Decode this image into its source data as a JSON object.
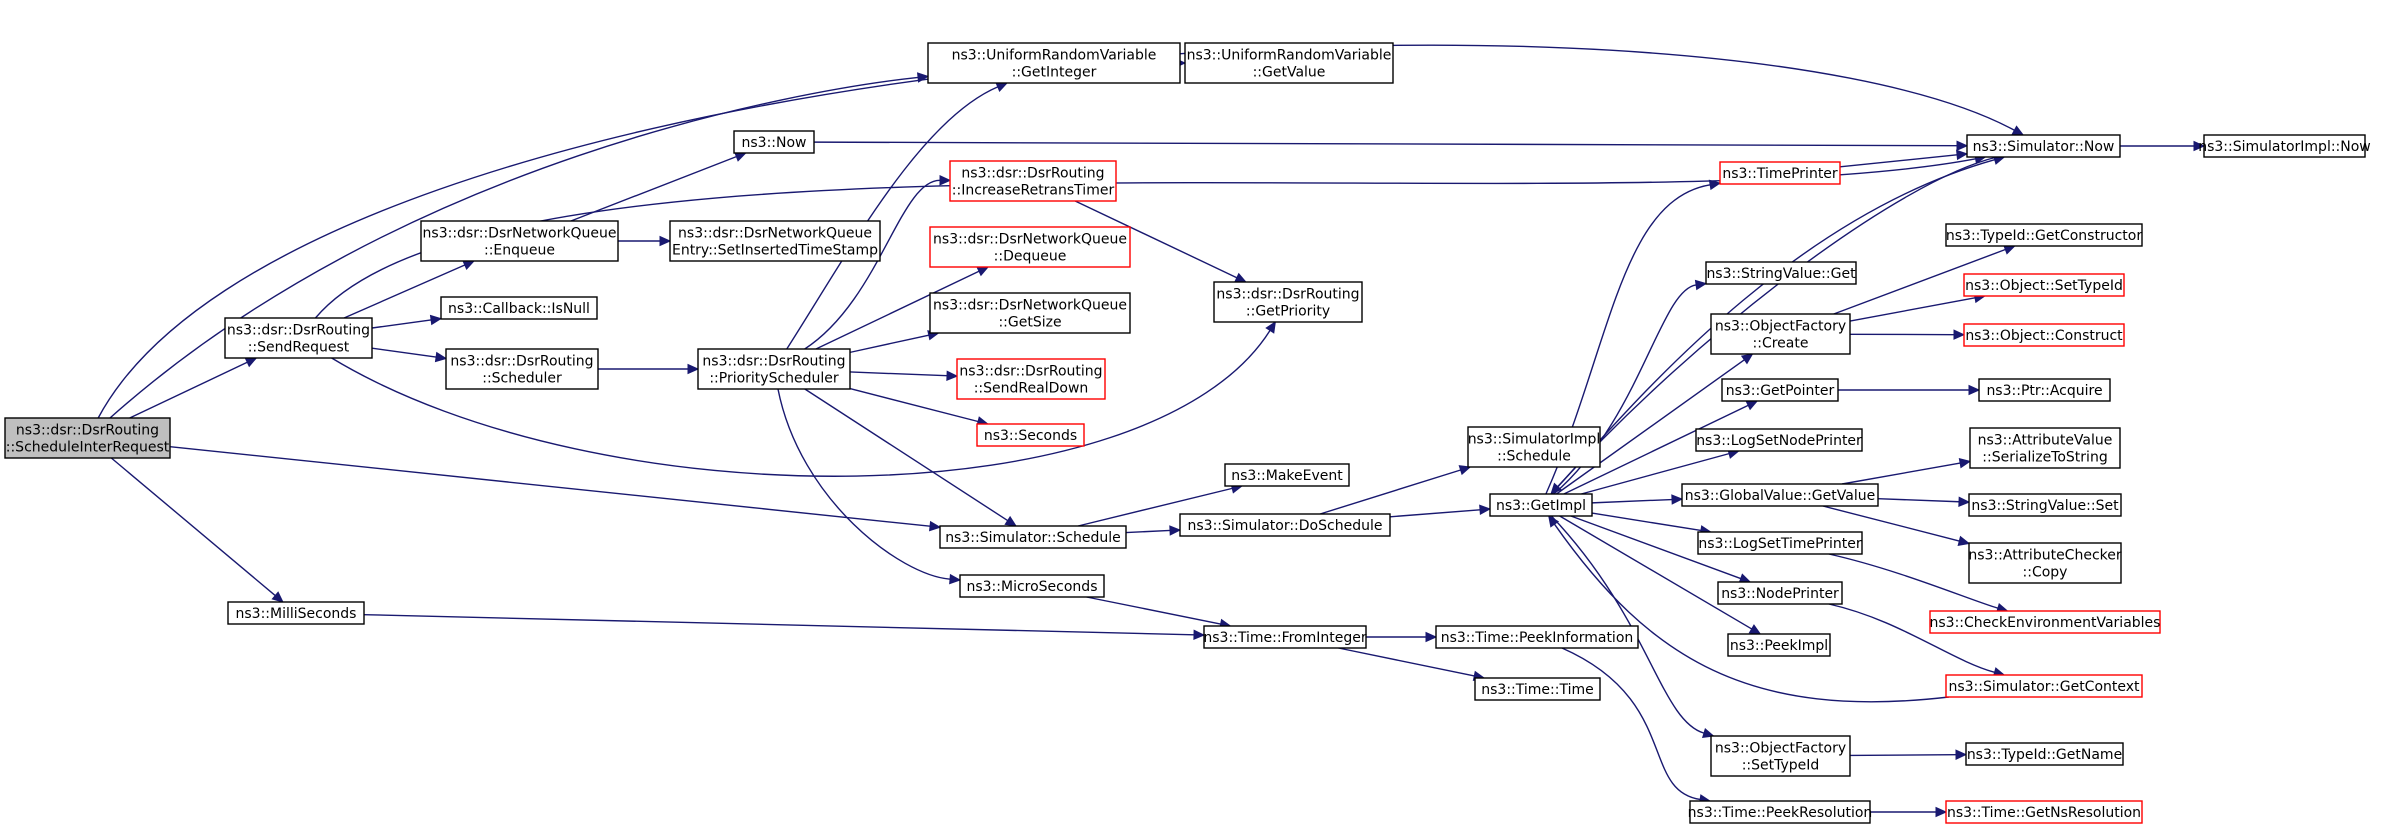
{
  "colors": {
    "edge": "#191970",
    "node_border": "#000000",
    "node_border_truncated": "#ff0000",
    "root_fill": "#bfbfbf",
    "node_fill": "#ffffff"
  },
  "nodes": [
    {
      "id": "root",
      "lines": [
        "ns3::dsr::DsrRouting",
        "::ScheduleInterRequest"
      ],
      "style": "root"
    },
    {
      "id": "sendRequest",
      "lines": [
        "ns3::dsr::DsrRouting",
        "::SendRequest"
      ],
      "style": "normal"
    },
    {
      "id": "milliSeconds",
      "lines": [
        "ns3::MilliSeconds"
      ],
      "style": "normal"
    },
    {
      "id": "enqueue",
      "lines": [
        "ns3::dsr::DsrNetworkQueue",
        "::Enqueue"
      ],
      "style": "normal"
    },
    {
      "id": "isNull",
      "lines": [
        "ns3::Callback::IsNull"
      ],
      "style": "normal"
    },
    {
      "id": "scheduler",
      "lines": [
        "ns3::dsr::DsrRouting",
        "::Scheduler"
      ],
      "style": "normal"
    },
    {
      "id": "nsNow",
      "lines": [
        "ns3::Now"
      ],
      "style": "normal"
    },
    {
      "id": "setInserted",
      "lines": [
        "ns3::dsr::DsrNetworkQueue",
        "Entry::SetInsertedTimeStamp"
      ],
      "style": "normal"
    },
    {
      "id": "prioSched",
      "lines": [
        "ns3::dsr::DsrRouting",
        "::PriorityScheduler"
      ],
      "style": "normal"
    },
    {
      "id": "getInteger",
      "lines": [
        "ns3::UniformRandomVariable",
        "::GetInteger"
      ],
      "style": "normal"
    },
    {
      "id": "getValueURV",
      "lines": [
        "ns3::UniformRandomVariable",
        "::GetValue"
      ],
      "style": "normal"
    },
    {
      "id": "incRetrans",
      "lines": [
        "ns3::dsr::DsrRouting",
        "::IncreaseRetransTimer"
      ],
      "style": "truncated"
    },
    {
      "id": "dequeue",
      "lines": [
        "ns3::dsr::DsrNetworkQueue",
        "::Dequeue"
      ],
      "style": "truncated"
    },
    {
      "id": "getSize",
      "lines": [
        "ns3::dsr::DsrNetworkQueue",
        "::GetSize"
      ],
      "style": "normal"
    },
    {
      "id": "sendRealDown",
      "lines": [
        "ns3::dsr::DsrRouting",
        "::SendRealDown"
      ],
      "style": "truncated"
    },
    {
      "id": "seconds",
      "lines": [
        "ns3::Seconds"
      ],
      "style": "truncated"
    },
    {
      "id": "getPriority",
      "lines": [
        "ns3::dsr::DsrRouting",
        "::GetPriority"
      ],
      "style": "normal"
    },
    {
      "id": "simSchedule",
      "lines": [
        "ns3::Simulator::Schedule"
      ],
      "style": "normal"
    },
    {
      "id": "microSeconds",
      "lines": [
        "ns3::MicroSeconds"
      ],
      "style": "normal"
    },
    {
      "id": "makeEvent",
      "lines": [
        "ns3::MakeEvent"
      ],
      "style": "normal"
    },
    {
      "id": "doSchedule",
      "lines": [
        "ns3::Simulator::DoSchedule"
      ],
      "style": "normal"
    },
    {
      "id": "simImplSchedule",
      "lines": [
        "ns3::SimulatorImpl",
        "::Schedule"
      ],
      "style": "normal"
    },
    {
      "id": "fromInteger",
      "lines": [
        "ns3::Time::FromInteger"
      ],
      "style": "normal"
    },
    {
      "id": "peekInfo",
      "lines": [
        "ns3::Time::PeekInformation"
      ],
      "style": "normal"
    },
    {
      "id": "timeTime",
      "lines": [
        "ns3::Time::Time"
      ],
      "style": "normal"
    },
    {
      "id": "getImpl",
      "lines": [
        "ns3::GetImpl"
      ],
      "style": "normal"
    },
    {
      "id": "timePrinter",
      "lines": [
        "ns3::TimePrinter"
      ],
      "style": "truncated"
    },
    {
      "id": "simNow",
      "lines": [
        "ns3::Simulator::Now"
      ],
      "style": "normal"
    },
    {
      "id": "simImplNow",
      "lines": [
        "ns3::SimulatorImpl::Now"
      ],
      "style": "normal"
    },
    {
      "id": "stringValueGet",
      "lines": [
        "ns3::StringValue::Get"
      ],
      "style": "normal"
    },
    {
      "id": "ofCreate",
      "lines": [
        "ns3::ObjectFactory",
        "::Create"
      ],
      "style": "normal"
    },
    {
      "id": "getPointer",
      "lines": [
        "ns3::GetPointer"
      ],
      "style": "normal"
    },
    {
      "id": "logSetNode",
      "lines": [
        "ns3::LogSetNodePrinter"
      ],
      "style": "normal"
    },
    {
      "id": "gvGetValue",
      "lines": [
        "ns3::GlobalValue::GetValue"
      ],
      "style": "normal"
    },
    {
      "id": "logSetTime",
      "lines": [
        "ns3::LogSetTimePrinter"
      ],
      "style": "normal"
    },
    {
      "id": "nodePrinter",
      "lines": [
        "ns3::NodePrinter"
      ],
      "style": "normal"
    },
    {
      "id": "peekImpl",
      "lines": [
        "ns3::PeekImpl"
      ],
      "style": "normal"
    },
    {
      "id": "ofSetTypeId",
      "lines": [
        "ns3::ObjectFactory",
        "::SetTypeId"
      ],
      "style": "normal"
    },
    {
      "id": "peekRes",
      "lines": [
        "ns3::Time::PeekResolution"
      ],
      "style": "normal"
    },
    {
      "id": "getConstructor",
      "lines": [
        "ns3::TypeId::GetConstructor"
      ],
      "style": "normal"
    },
    {
      "id": "objSetTypeId",
      "lines": [
        "ns3::Object::SetTypeId"
      ],
      "style": "truncated"
    },
    {
      "id": "objConstruct",
      "lines": [
        "ns3::Object::Construct"
      ],
      "style": "truncated"
    },
    {
      "id": "ptrAcquire",
      "lines": [
        "ns3::Ptr::Acquire"
      ],
      "style": "normal"
    },
    {
      "id": "avSerialize",
      "lines": [
        "ns3::AttributeValue",
        "::SerializeToString"
      ],
      "style": "normal"
    },
    {
      "id": "svSet",
      "lines": [
        "ns3::StringValue::Set"
      ],
      "style": "normal"
    },
    {
      "id": "acCopy",
      "lines": [
        "ns3::AttributeChecker",
        "::Copy"
      ],
      "style": "normal"
    },
    {
      "id": "checkEnv",
      "lines": [
        "ns3::CheckEnvironmentVariables"
      ],
      "style": "truncated"
    },
    {
      "id": "getContext",
      "lines": [
        "ns3::Simulator::GetContext"
      ],
      "style": "truncated"
    },
    {
      "id": "typeIdGetName",
      "lines": [
        "ns3::TypeId::GetName"
      ],
      "style": "normal"
    },
    {
      "id": "getNsRes",
      "lines": [
        "ns3::Time::GetNsResolution"
      ],
      "style": "truncated"
    }
  ],
  "edges": [
    [
      "root",
      "sendRequest"
    ],
    [
      "root",
      "getInteger"
    ],
    [
      "root",
      "simNow"
    ],
    [
      "root",
      "simSchedule"
    ],
    [
      "root",
      "milliSeconds"
    ],
    [
      "sendRequest",
      "enqueue"
    ],
    [
      "sendRequest",
      "isNull"
    ],
    [
      "sendRequest",
      "scheduler"
    ],
    [
      "sendRequest",
      "getPriority"
    ],
    [
      "sendRequest",
      "simNow"
    ],
    [
      "milliSeconds",
      "fromInteger"
    ],
    [
      "enqueue",
      "nsNow"
    ],
    [
      "enqueue",
      "setInserted"
    ],
    [
      "nsNow",
      "simNow"
    ],
    [
      "scheduler",
      "prioSched"
    ],
    [
      "prioSched",
      "getInteger"
    ],
    [
      "prioSched",
      "incRetrans"
    ],
    [
      "prioSched",
      "dequeue"
    ],
    [
      "prioSched",
      "getSize"
    ],
    [
      "prioSched",
      "sendRealDown"
    ],
    [
      "prioSched",
      "seconds"
    ],
    [
      "prioSched",
      "simSchedule"
    ],
    [
      "prioSched",
      "microSeconds"
    ],
    [
      "getInteger",
      "getValueURV"
    ],
    [
      "incRetrans",
      "getPriority"
    ],
    [
      "simSchedule",
      "makeEvent"
    ],
    [
      "simSchedule",
      "doSchedule"
    ],
    [
      "microSeconds",
      "fromInteger"
    ],
    [
      "doSchedule",
      "simImplSchedule"
    ],
    [
      "doSchedule",
      "getImpl"
    ],
    [
      "fromInteger",
      "peekInfo"
    ],
    [
      "fromInteger",
      "timeTime"
    ],
    [
      "peekInfo",
      "peekRes"
    ],
    [
      "getImpl",
      "timePrinter"
    ],
    [
      "getImpl",
      "simNow"
    ],
    [
      "getImpl",
      "stringValueGet"
    ],
    [
      "getImpl",
      "ofCreate"
    ],
    [
      "getImpl",
      "getPointer"
    ],
    [
      "getImpl",
      "logSetNode"
    ],
    [
      "getImpl",
      "gvGetValue"
    ],
    [
      "getImpl",
      "logSetTime"
    ],
    [
      "getImpl",
      "nodePrinter"
    ],
    [
      "getImpl",
      "peekImpl"
    ],
    [
      "getImpl",
      "ofSetTypeId"
    ],
    [
      "timePrinter",
      "simNow"
    ],
    [
      "simNow",
      "simImplNow"
    ],
    [
      "simNow",
      "getImpl"
    ],
    [
      "ofCreate",
      "getConstructor"
    ],
    [
      "ofCreate",
      "objSetTypeId"
    ],
    [
      "ofCreate",
      "objConstruct"
    ],
    [
      "getPointer",
      "ptrAcquire"
    ],
    [
      "gvGetValue",
      "avSerialize"
    ],
    [
      "gvGetValue",
      "svSet"
    ],
    [
      "gvGetValue",
      "acCopy"
    ],
    [
      "logSetTime",
      "checkEnv"
    ],
    [
      "nodePrinter",
      "getContext"
    ],
    [
      "getContext",
      "getImpl"
    ],
    [
      "ofSetTypeId",
      "typeIdGetName"
    ],
    [
      "peekRes",
      "getNsRes"
    ]
  ]
}
